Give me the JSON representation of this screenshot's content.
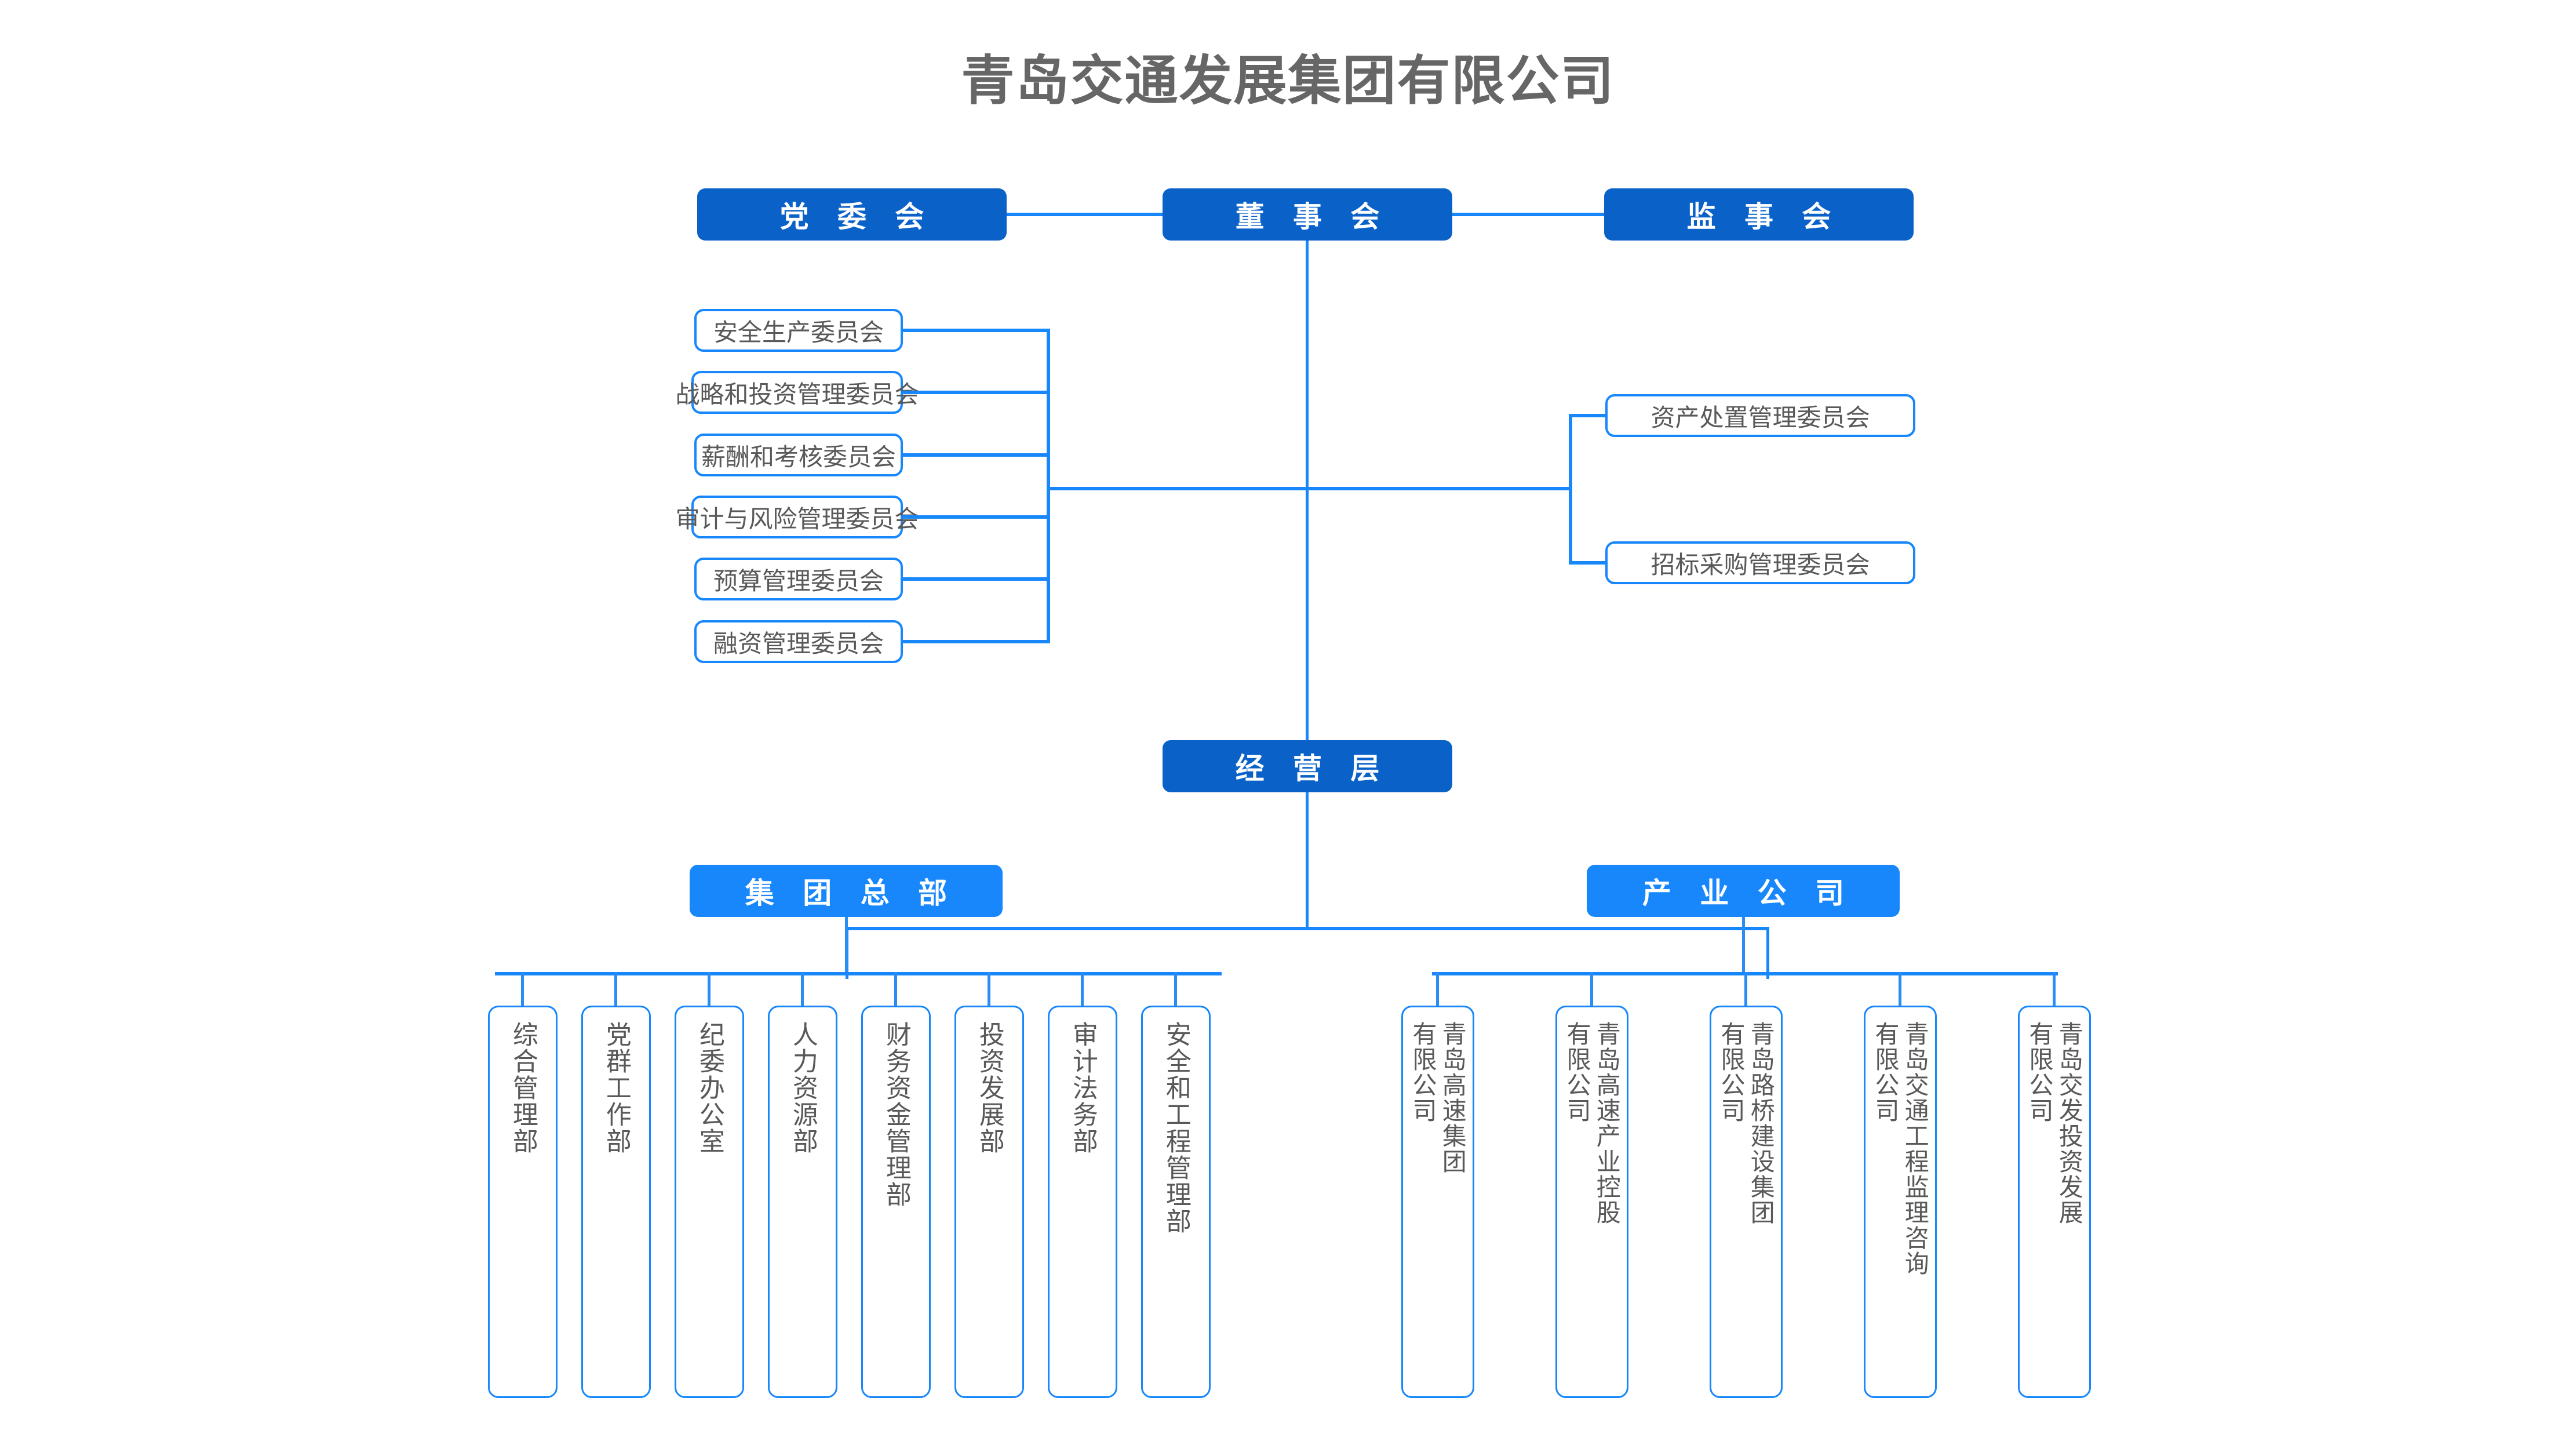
{
  "chart_title": "青岛交通发展集团有限公司",
  "colors": {
    "primary_dark": "#0a62c9",
    "primary_bright": "#1787fb",
    "line": "#1787fb",
    "box_text": "#595959",
    "title_text": "#666666"
  },
  "governance": {
    "party_committee": "党 委 会",
    "board_of_directors": "董 事 会",
    "board_of_supervisors": "监 事 会"
  },
  "left_committees": [
    "安全生产委员会",
    "战略和投资管理委员会",
    "薪酬和考核委员会",
    "审计与风险管理委员会",
    "预算管理委员会",
    "融资管理委员会"
  ],
  "right_committees": [
    "资产处置管理委员会",
    "招标采购管理委员会"
  ],
  "management": {
    "operating_layer": "经 营 层",
    "group_headquarters": "集 团 总 部",
    "industry_companies": "产 业 公 司"
  },
  "departments": [
    "综合管理部",
    "党群工作部",
    "纪委办公室",
    "人力资源部",
    "财务资金管理部",
    "投资发展部",
    "审计法务部",
    "安全和工程管理部"
  ],
  "subsidiaries": [
    {
      "main": "青岛高速集团",
      "suffix": "有限公司"
    },
    {
      "main": "青岛高速产业控股",
      "suffix": "有限公司"
    },
    {
      "main": "青岛路桥建设集团",
      "suffix": "有限公司"
    },
    {
      "main": "青岛交通工程监理咨询",
      "suffix": "有限公司"
    },
    {
      "main": "青岛交发投资发展",
      "suffix": "有限公司"
    }
  ]
}
